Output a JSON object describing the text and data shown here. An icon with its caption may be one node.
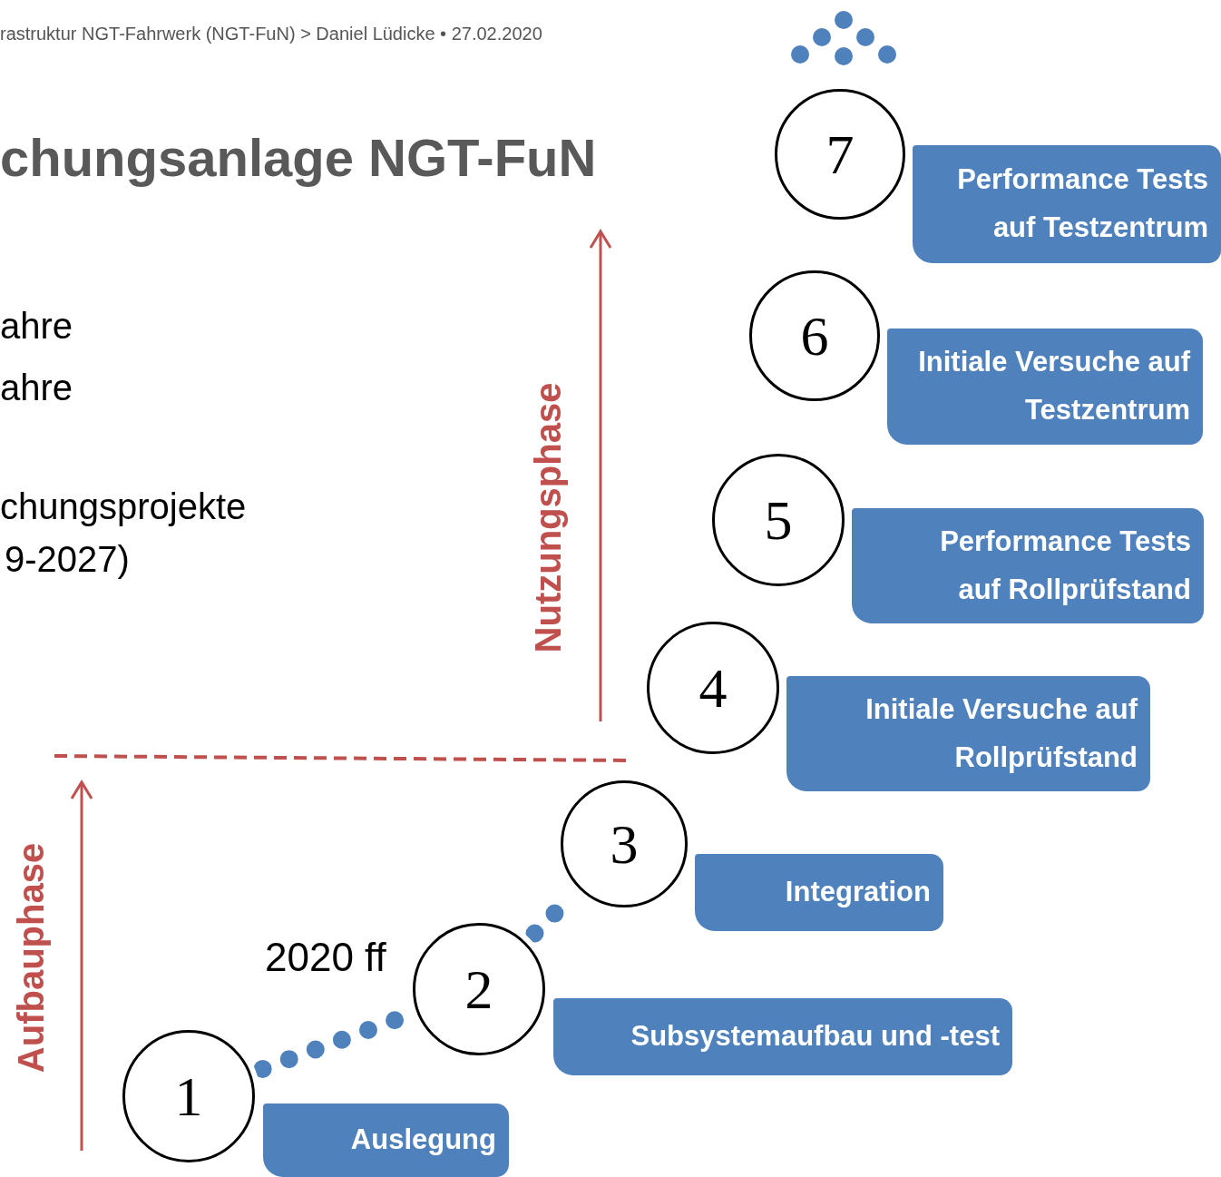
{
  "diagram": {
    "title": "chungsanlage NGT-FuN",
    "nodes": [
      {
        "text": [
          "1"
        ]
      },
      {
        "text": [
          "Auslegung"
        ]
      },
      {
        "text": [
          "2"
        ],
        "beside": [
          "2020 ff"
        ]
      },
      {
        "text": [
          "Subsystemaufbau und -test"
        ]
      },
      {
        "text": [
          "3"
        ]
      },
      {
        "text": [
          "Integration"
        ]
      },
      {
        "text": [
          "4"
        ]
      },
      {
        "text": [
          "Initiale Versuche auf Rollprüfstand"
        ]
      },
      {
        "text": [
          "5"
        ]
      },
      {
        "text": [
          "Performance Tests auf Rollprüfstand"
        ]
      },
      {
        "text": [
          "6"
        ]
      },
      {
        "text": [
          "Initiale Versuche auf Testzentrum"
        ]
      },
      {
        "text": [
          "7"
        ]
      },
      {
        "text": [
          "Performance Tests auf Testzentrum"
        ]
      }
    ],
    "edges": [
      {
        "from": 0,
        "to": 2,
        "arrow": "none",
        "style": "dashed"
      },
      {
        "from": 2,
        "to": 4,
        "arrow": "none",
        "style": "dashed"
      }
    ],
    "labels": [
      "rastruktur NGT-Fahrwerk (NGT-FuN) > Daniel Lüdicke • 27.02.2020",
      "ahre",
      "ahre",
      "chungsprojekte",
      "9-2027)",
      "Nutzungsphase",
      "Aufbauphase"
    ]
  }
}
